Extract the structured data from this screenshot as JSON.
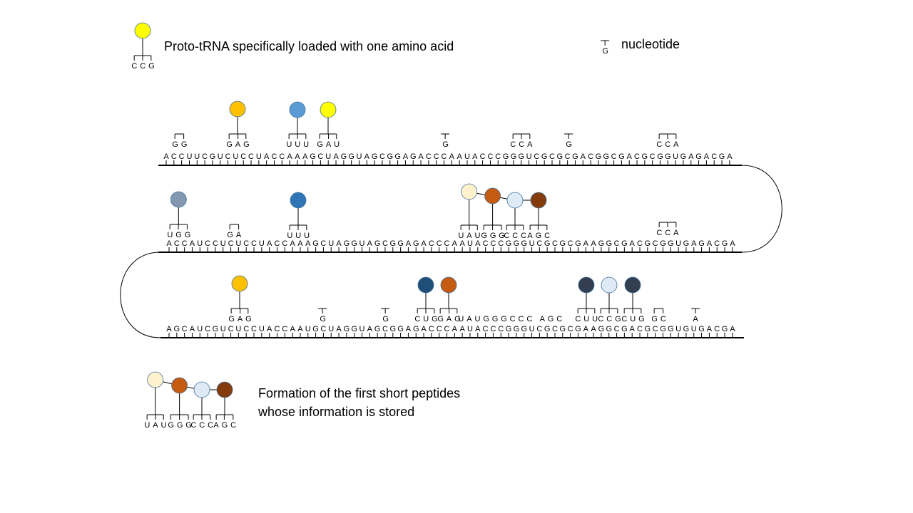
{
  "legend": {
    "trna_text": "Proto-tRNA specifically loaded with one amino acid",
    "trna_example": {
      "anticodon": "CCG",
      "color": "#FFFF00"
    },
    "nucleotide_text": "nucleotide",
    "nucleotide_example": {
      "anticodon": "G"
    },
    "peptide_text_line1": "Formation of the first short peptides",
    "peptide_text_line2": "whose information is stored",
    "peptide_trnas": [
      {
        "anticodon": "UAU",
        "color": "#FFF2CC"
      },
      {
        "anticodon": "GGG",
        "color": "#C55A11"
      },
      {
        "anticodon": "CCC",
        "color": "#DEEBF7"
      },
      {
        "anticodon": "AGC",
        "color": "#843C0C"
      }
    ]
  },
  "rows": [
    {
      "sequence": "ACCUUCGUCUCCUACCAAAGCUAGGUAGCGGAGACCCAAUACCCGGGUCGCGCGACGGCGACGCGGUGAGACGA",
      "annotations": [
        {
          "anticodon": "GG"
        },
        {
          "anticodon": "GAG",
          "color": "#FFC000"
        },
        {
          "anticodon": "UUU",
          "color": "#5B9BD5"
        },
        {
          "anticodon": "GAU",
          "color": "#FFFF00"
        },
        {
          "anticodon": "G"
        },
        {
          "anticodon": "CCA"
        },
        {
          "anticodon": "G"
        },
        {
          "anticodon": "CCA"
        }
      ]
    },
    {
      "sequence": "ACCAUCCUCUCCUACCAAAGCUAGGUAGCGGAGACCCAAUACCCGGGUCGCGCGAAGGCGACGCGGUGAGACGA",
      "annotations": [
        {
          "anticodon": "UGG",
          "color": "#8497B0"
        },
        {
          "anticodon": "GA"
        },
        {
          "anticodon": "UUU",
          "color": "#2E75B6"
        },
        {
          "anticodon": "UAU",
          "color": "#FFF2CC"
        },
        {
          "anticodon": "GGG",
          "color": "#C55A11"
        },
        {
          "anticodon": "CCC",
          "color": "#DEEBF7"
        },
        {
          "anticodon": "AGC",
          "color": "#843C0C"
        },
        {
          "anticodon": "CCA"
        }
      ]
    },
    {
      "sequence": "AGCAUCGUCUCCUACCAAUGCUAGGUAGCGGAGACCCAAUACCCGGGUCGCGCGAAGGCGACGCGGUGUGACGA",
      "annotations": [
        {
          "anticodon": "GAG",
          "color": "#FFC000"
        },
        {
          "anticodon": "G"
        },
        {
          "anticodon": "G"
        },
        {
          "anticodon": "CUG",
          "color": "#1F4E79"
        },
        {
          "anticodon": "GAG",
          "color": "#C55A11"
        },
        {
          "anticodon": "UAUGGGCCC AGC"
        },
        {
          "anticodon": "CUU",
          "color": "#333F50"
        },
        {
          "anticodon": "CCG",
          "color": "#DEEBF7"
        },
        {
          "anticodon": "CUG",
          "color": "#333F50"
        },
        {
          "anticodon": "GC"
        },
        {
          "anticodon": "A"
        }
      ]
    }
  ]
}
